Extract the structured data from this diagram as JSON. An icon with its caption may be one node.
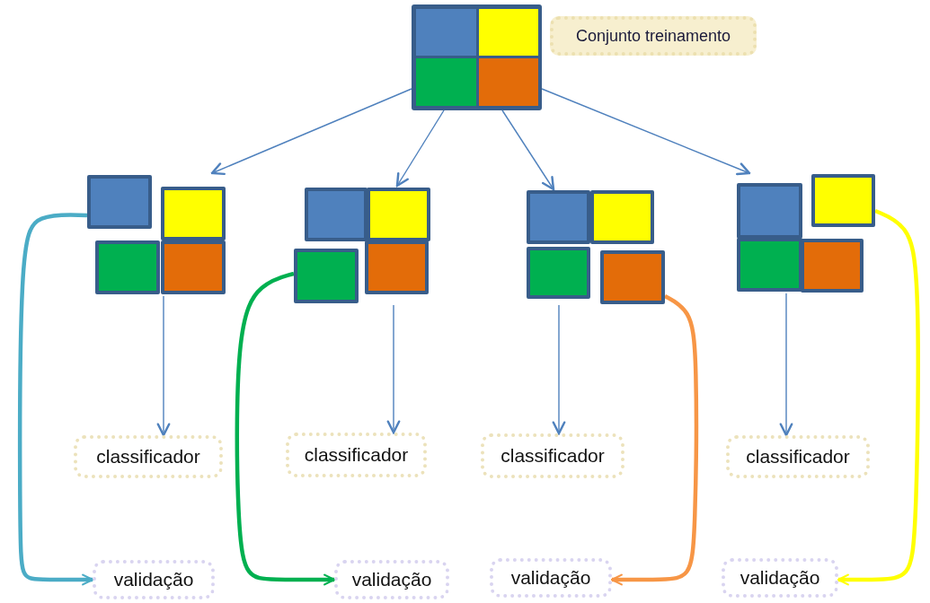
{
  "diagram": {
    "nodes": [
      {
        "text": [],
        "shape": "box",
        "beside": [
          "Conjunto treinamento"
        ]
      },
      {
        "text": [],
        "shape": "box",
        "in": 0
      },
      {
        "text": [],
        "shape": "box",
        "in": 0
      },
      {
        "text": [],
        "shape": "box",
        "in": 0
      },
      {
        "text": [],
        "shape": "box",
        "in": 0
      },
      {
        "text": [],
        "shape": "box"
      },
      {
        "text": [],
        "shape": "box",
        "in": 5
      },
      {
        "text": [],
        "shape": "box",
        "in": 5
      },
      {
        "text": [],
        "shape": "box",
        "in": 5
      },
      {
        "text": [],
        "shape": "box",
        "in": 5
      },
      {
        "text": [],
        "shape": "box"
      },
      {
        "text": [],
        "shape": "box",
        "in": 10
      },
      {
        "text": [],
        "shape": "box",
        "in": 10
      },
      {
        "text": [],
        "shape": "box",
        "in": 10
      },
      {
        "text": [],
        "shape": "box",
        "in": 10
      },
      {
        "text": [],
        "shape": "box"
      },
      {
        "text": [],
        "shape": "box",
        "in": 15
      },
      {
        "text": [],
        "shape": "box",
        "in": 15
      },
      {
        "text": [],
        "shape": "box",
        "in": 15
      },
      {
        "text": [],
        "shape": "box",
        "in": 15
      },
      {
        "text": [],
        "shape": "box"
      },
      {
        "text": [],
        "shape": "box",
        "in": 20
      },
      {
        "text": [],
        "shape": "box",
        "in": 20
      },
      {
        "text": [],
        "shape": "box",
        "in": 20
      },
      {
        "text": [],
        "shape": "box",
        "in": 20
      },
      {
        "text": [
          "classificador"
        ]
      },
      {
        "text": [
          "classificador"
        ]
      },
      {
        "text": [
          "classificador"
        ]
      },
      {
        "text": [
          "classificador"
        ]
      },
      {
        "text": [
          "validação"
        ]
      },
      {
        "text": [
          "validação"
        ]
      },
      {
        "text": [
          "validação"
        ]
      },
      {
        "text": [
          "validação"
        ]
      }
    ],
    "edges": [
      {
        "from": 0,
        "to": 5,
        "arrow": "to"
      },
      {
        "from": 0,
        "to": 10,
        "arrow": "to"
      },
      {
        "from": 0,
        "to": 15,
        "arrow": "to"
      },
      {
        "from": 0,
        "to": 20,
        "arrow": "to"
      },
      {
        "from": 5,
        "to": 25,
        "arrow": "to"
      },
      {
        "from": 10,
        "to": 26,
        "arrow": "to"
      },
      {
        "from": 15,
        "to": 27,
        "arrow": "to"
      },
      {
        "from": 20,
        "to": 28,
        "arrow": "to"
      },
      {
        "from": 6,
        "to": 29,
        "arrow": "to",
        "style": "thick",
        "color": "#4bacc6"
      },
      {
        "from": 13,
        "to": 30,
        "arrow": "to",
        "style": "thick",
        "color": "#00b050"
      },
      {
        "from": 19,
        "to": 31,
        "arrow": "to",
        "style": "thick",
        "color": "#f79646"
      },
      {
        "from": 22,
        "to": 32,
        "arrow": "to",
        "style": "thick",
        "color": "#ffff00"
      }
    ]
  }
}
